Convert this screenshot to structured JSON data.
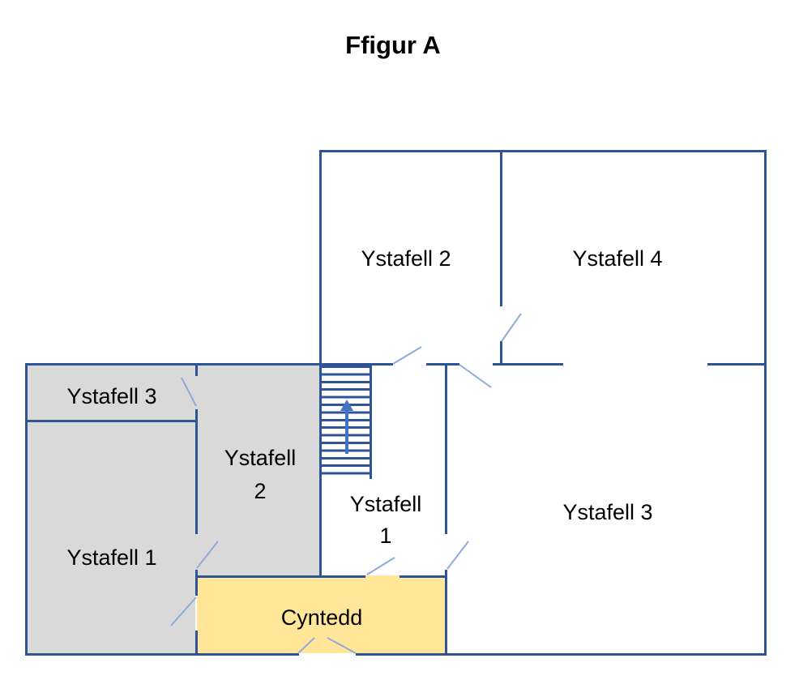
{
  "title": "Ffigur A",
  "colors": {
    "wall": "#2F5496",
    "door_swing": "#8FAADC",
    "stairs_arrow": "#4472C4",
    "room_fill_gray": "#D9D9D9",
    "hallway_fill_yellow": "#FFE699",
    "text": "#000000",
    "background": "#FFFFFF"
  },
  "rooms": {
    "upstairs_room_2": {
      "label": "Ystafell 2"
    },
    "upstairs_room_4": {
      "label": "Ystafell 4"
    },
    "main_room_3": {
      "label": "Ystafell 3"
    },
    "left_room_3": {
      "label": "Ystafell 3"
    },
    "left_room_1": {
      "label": "Ystafell 1"
    },
    "mid_room_2": {
      "label_line1": "Ystafell",
      "label_line2": "2"
    },
    "mid_room_1": {
      "label_line1": "Ystafell",
      "label_line2": "1"
    },
    "hallway": {
      "label": "Cyntedd"
    }
  },
  "stairs": {
    "arrow_direction": "up"
  }
}
